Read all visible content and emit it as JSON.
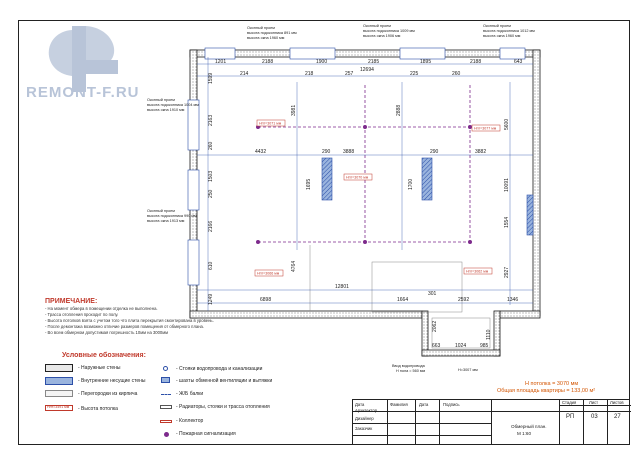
{
  "logo": {
    "text": "REMONT-F.RU"
  },
  "windows": [
    {
      "line1": "Оконный проем",
      "line2": "высота подоконника 891 мм",
      "line3": "высота окна 1960 мм"
    },
    {
      "line1": "Оконный проем",
      "line2": "высота подоконника 1009 мм",
      "line3": "высота окна 1906 мм"
    },
    {
      "line1": "Оконный проем",
      "line2": "высота подоконника 1012 мм",
      "line3": "высота окна 1960 мм"
    },
    {
      "line1": "Оконный проем",
      "line2": "высота подоконника 1004 мм",
      "line3": "высота окна 1910 мм"
    },
    {
      "line1": "Оконный проем",
      "line2": "высота подоконника 990 мм",
      "line3": "высота окна 1913 мм"
    }
  ],
  "dims_top": [
    "1201",
    "2188",
    "1900",
    "2185",
    "1895",
    "2188",
    "643"
  ],
  "dims_top2": [
    "214",
    "218",
    "257",
    "12694",
    "225",
    "260"
  ],
  "dims_inner": [
    "4432",
    "290",
    "3888",
    "290",
    "3882",
    "3981",
    "2888",
    "5600",
    "1695",
    "1700",
    "10091",
    "4764",
    "1554",
    "2927",
    "12801",
    "6898",
    "1664",
    "301",
    "2592",
    "1346"
  ],
  "dims_left": [
    "1599",
    "2163",
    "260",
    "1503",
    "250",
    "2166",
    "610",
    "1249"
  ],
  "dims_bottom": [
    "663",
    "1024",
    "985",
    "2062",
    "1110"
  ],
  "ceiling_tags": [
    "Нпт=3071 мм",
    "Нпт=3070 мм",
    "Нпт=3077 мм",
    "Нпт=3066 мм",
    "Нпт=3062 мм"
  ],
  "entry": {
    "line1": "Ввод водопровода",
    "line2": "Н пола = 560 мм",
    "line3": "Н=3007 мм"
  },
  "notes": {
    "title": "ПРИМЕЧАНИЕ:",
    "items": [
      "- На момент обмера в помещении отделка не выполнена.",
      "- Трасса отопления проходит по полу.",
      "- Высота потолков взята с учетом того что плита перекрытия смонтирована в уровень.",
      "- После демонтажа возможно отличие размеров помещения от обмерного плана.",
      "- Во всем обмерном допустимая погрешность 10мм на 3000мм"
    ]
  },
  "legend": {
    "title": "Условные обозначения:",
    "left": [
      "- Наружные стены",
      "- Внутренние несущие стены",
      "- Перегородки из кирпича",
      "- Высота потолка"
    ],
    "right": [
      "- Стояки водопровода и канализации",
      "- шахты обменной вентиляции и вытяжки",
      "- Ж/Б балки",
      "- Радиаторы, стояки и трасса отопления",
      "- Коллектор",
      "- Пожарная сигнализация"
    ],
    "ceiling_sample": "Нпт=3491 мм"
  },
  "summary": {
    "line1": "Н потолка = 3070 мм",
    "line2": "Общая площадь квартиры = 133,00 м²"
  },
  "titleblock": {
    "rows": [
      "Дата",
      "Архитектор",
      "Дизайнер",
      "Заказчик"
    ],
    "cols": [
      "Фамилия",
      "Дата",
      "Подпись"
    ],
    "sheet_name": "Обмерный план.",
    "scale": "М 1:60",
    "stage_h": "Стадия",
    "sheet_h": "Лист",
    "sheets_h": "Листов",
    "stage": "РП",
    "sheet": "03",
    "sheets": "27"
  },
  "colors": {
    "wall": "#1a1a1a",
    "dim": "#2c4fa8",
    "alarm": "#7d2a8c",
    "red": "#c0392b",
    "orange": "#d35400",
    "logo": "#b8c4d8"
  }
}
